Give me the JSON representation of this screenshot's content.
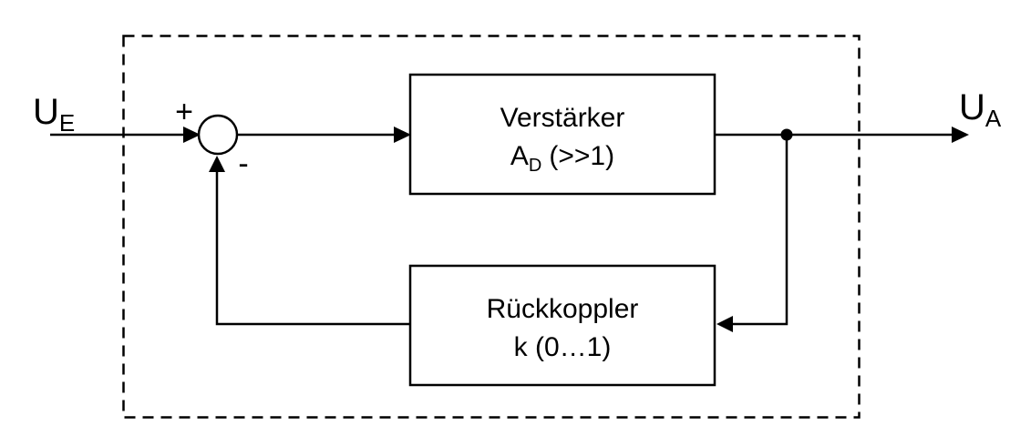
{
  "diagram": {
    "kind": "feedback-amplifier-block-diagram",
    "colors": {
      "stroke": "#000000",
      "io_label_blue": "#2E75B6",
      "background": "#FFFFFF"
    },
    "labels": {
      "input_main": "U",
      "input_sub": "E",
      "output_main": "U",
      "output_sub": "A",
      "plus": "+",
      "minus": "-"
    },
    "blocks": {
      "amplifier": {
        "line1": "Verstärker",
        "line2_main": "A",
        "line2_sub": "D",
        "line2_rest": "(>>1)"
      },
      "feedback": {
        "line1": "Rückkoppler",
        "line2": "k (0…1)"
      }
    }
  }
}
